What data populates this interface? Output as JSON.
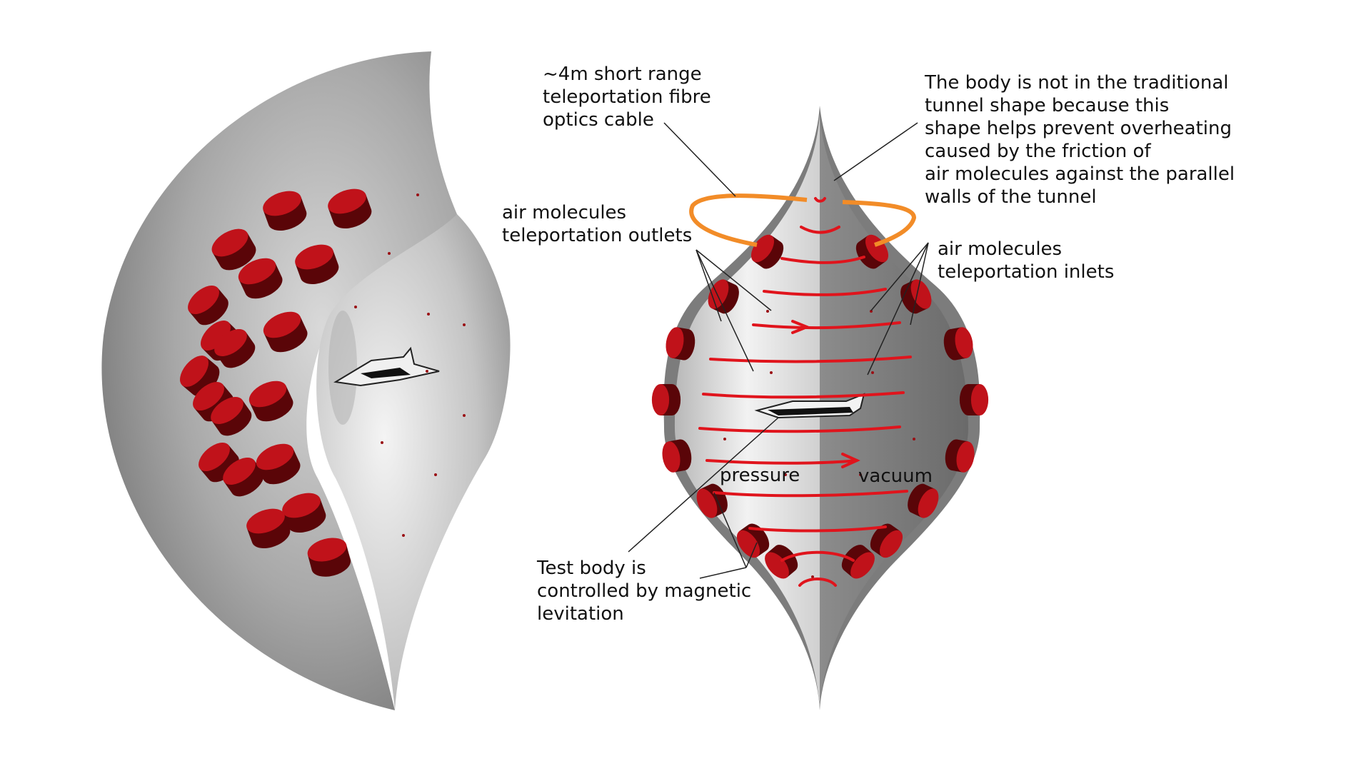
{
  "annotations": {
    "fibre_cable": [
      "~4m short range",
      "teleportation fibre",
      "optics cable"
    ],
    "body_shape_note": [
      "The body is not in the traditional",
      "tunnel shape because this",
      "shape helps prevent overheating",
      "caused by the friction of",
      "air molecules against the parallel",
      "walls of the tunnel"
    ],
    "outlets": [
      "air molecules",
      "teleportation outlets"
    ],
    "inlets": [
      "air molecules",
      "teleportation inlets"
    ],
    "pressure": "pressure",
    "vacuum": "vacuum",
    "test_body": [
      "Test body is",
      "controlled by magnetic",
      "levitation"
    ]
  },
  "colors": {
    "shell_light": "#d8d8d8",
    "shell_dark": "#6f6f6f",
    "magnet_red": "#c0121a",
    "magnet_dark": "#5a0508",
    "flow_arrows": "#e0141c",
    "fibre_cable": "#f28c28",
    "label_text": "#111111"
  },
  "icons": {
    "magnet_units": "red-cylinder-magnet-icon",
    "test_body": "aircraft-test-body-icon"
  }
}
